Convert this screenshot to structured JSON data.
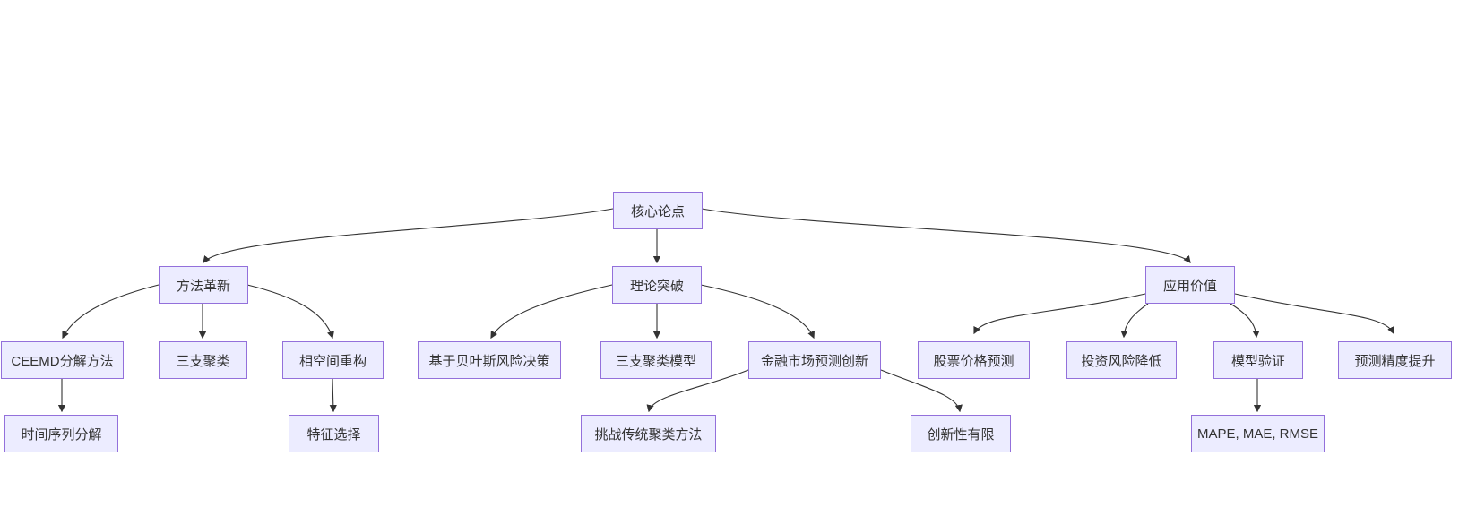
{
  "diagram": {
    "type": "flowchart",
    "direction": "top-down",
    "colors": {
      "node_fill": "#ECECFF",
      "node_border": "#9370DB",
      "edge": "#333333",
      "text": "#333333",
      "background": "#FFFFFF"
    },
    "nodes": {
      "core_thesis": {
        "label": "核心论点"
      },
      "method_innovation": {
        "label": "方法革新"
      },
      "theory_breakthrough": {
        "label": "理论突破"
      },
      "application_value": {
        "label": "应用价值"
      },
      "ceemd": {
        "label": "CEEMD分解方法"
      },
      "three_way_clustering": {
        "label": "三支聚类"
      },
      "phase_space": {
        "label": "相空间重构"
      },
      "bayes_risk": {
        "label": "基于贝叶斯风险决策"
      },
      "twc_model": {
        "label": "三支聚类模型"
      },
      "financial_innovation": {
        "label": "金融市场预测创新"
      },
      "stock_prediction": {
        "label": "股票价格预测"
      },
      "risk_reduction": {
        "label": "投资风险降低"
      },
      "model_validation": {
        "label": "模型验证"
      },
      "accuracy_improvement": {
        "label": "预测精度提升"
      },
      "time_series_decomposition": {
        "label": "时间序列分解"
      },
      "feature_selection": {
        "label": "特征选择"
      },
      "challenge_traditional": {
        "label": "挑战传统聚类方法"
      },
      "limited_novelty": {
        "label": "创新性有限"
      },
      "metrics": {
        "label": "MAPE, MAE, RMSE"
      }
    },
    "edges": [
      {
        "from": "core_thesis",
        "to": "method_innovation"
      },
      {
        "from": "core_thesis",
        "to": "theory_breakthrough"
      },
      {
        "from": "core_thesis",
        "to": "application_value"
      },
      {
        "from": "method_innovation",
        "to": "ceemd"
      },
      {
        "from": "method_innovation",
        "to": "three_way_clustering"
      },
      {
        "from": "method_innovation",
        "to": "phase_space"
      },
      {
        "from": "ceemd",
        "to": "time_series_decomposition"
      },
      {
        "from": "phase_space",
        "to": "feature_selection"
      },
      {
        "from": "theory_breakthrough",
        "to": "bayes_risk"
      },
      {
        "from": "theory_breakthrough",
        "to": "twc_model"
      },
      {
        "from": "theory_breakthrough",
        "to": "financial_innovation"
      },
      {
        "from": "financial_innovation",
        "to": "challenge_traditional"
      },
      {
        "from": "financial_innovation",
        "to": "limited_novelty"
      },
      {
        "from": "application_value",
        "to": "stock_prediction"
      },
      {
        "from": "application_value",
        "to": "risk_reduction"
      },
      {
        "from": "application_value",
        "to": "model_validation"
      },
      {
        "from": "application_value",
        "to": "accuracy_improvement"
      },
      {
        "from": "model_validation",
        "to": "metrics"
      }
    ]
  }
}
